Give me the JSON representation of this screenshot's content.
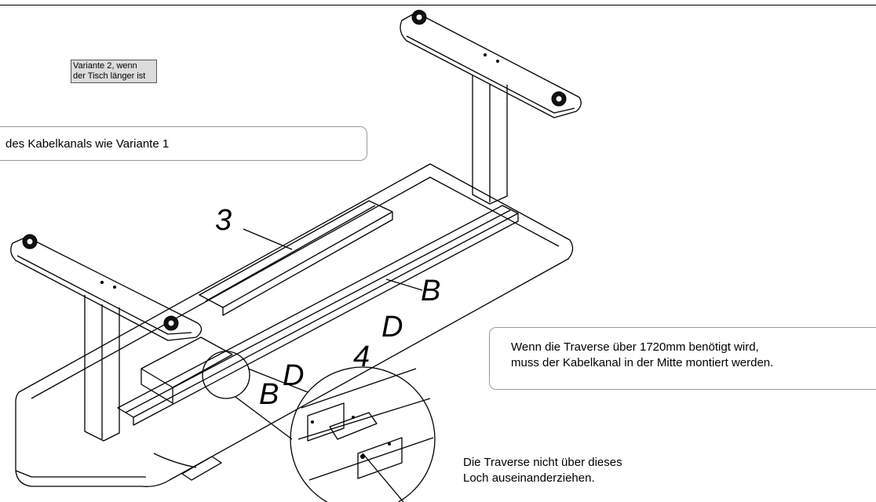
{
  "labels": {
    "note_small_line1": "Variante 2, wenn",
    "note_small_line2": "der Tisch länger ist",
    "callout_top": "des Kabelkanals wie Variante 1",
    "callout_right_line1": "Wenn die Traverse über 1720mm benötigt wird,",
    "callout_right_line2": "muss der Kabelkanal in der Mitte montiert werden.",
    "bottom_note_line1": "Die Traverse nicht über dieses",
    "bottom_note_line2": "Loch auseinanderziehen."
  },
  "part_labels": {
    "p3": "3",
    "pB1": "B",
    "pD1": "D",
    "p4": "4",
    "pB2": "B",
    "pD2": "D"
  }
}
